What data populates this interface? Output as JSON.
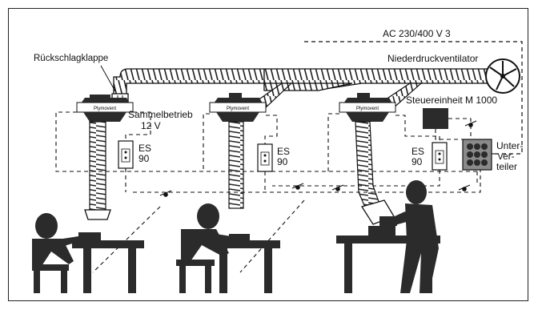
{
  "labels": {
    "supply": "AC 230/400 V 3",
    "check_valve": "Rückschlagklappe",
    "fan": "Niederdruckventilator",
    "control_unit": "Steuereinheit M 1000",
    "group_mode_line1": "Sammelbetrieb",
    "group_mode_line2": "12 V",
    "es_top": "ES",
    "es_bottom": "90",
    "sub_dist_line1": "Unter-",
    "sub_dist_line2": "ver-",
    "sub_dist_line3": "teiler",
    "arm_brand": "Plymovent"
  },
  "colors": {
    "ink": "#111111",
    "fill_dark": "#2b2b2b",
    "fill_mid": "#8a8a8a",
    "fill_light": "#d9d9d9"
  }
}
